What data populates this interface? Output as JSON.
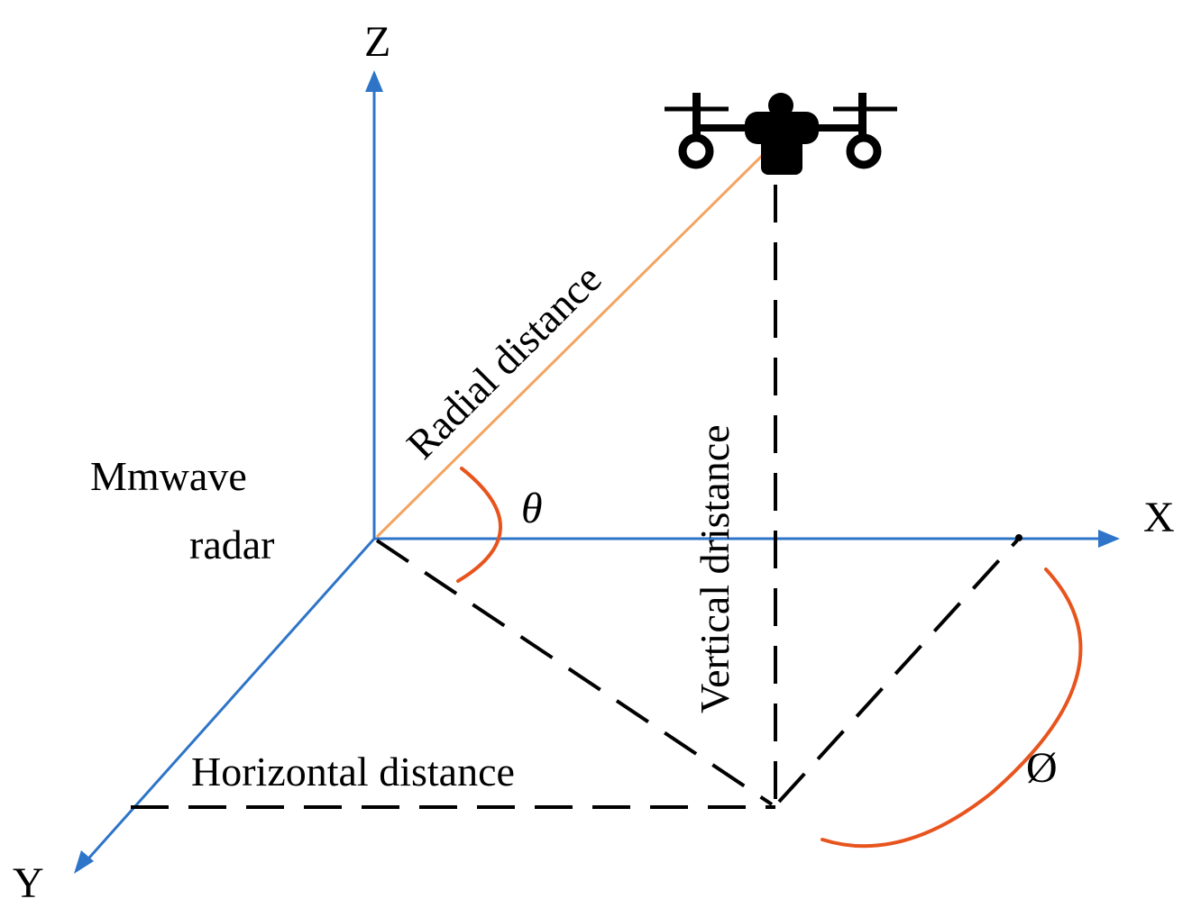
{
  "axes": {
    "x_label": "X",
    "y_label": "Y",
    "z_label": "Z"
  },
  "labels": {
    "radar_line1": "Mmwave",
    "radar_line2": "radar",
    "radial": "Radial distance",
    "vertical": "Vertical dristance",
    "horizontal": "Horizontal distance",
    "theta": "θ",
    "phi": "Ø"
  },
  "colors": {
    "axis": "#2e74c8",
    "radial_line": "#f4a460",
    "angle_arc": "#e8541e",
    "dashed": "#000000",
    "drone": "#000000"
  },
  "icons": {
    "drone": "drone-icon"
  }
}
